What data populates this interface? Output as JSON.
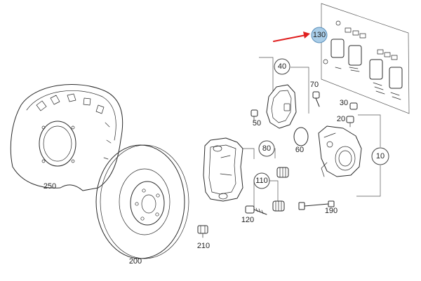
{
  "diagram": {
    "highlight": {
      "label": "130",
      "fill_color": "#a9cde8",
      "arrow_color": "#e02020"
    },
    "callouts": {
      "c40": "40",
      "c80": "80",
      "c110": "110",
      "c10": "10"
    },
    "labels": {
      "l250": "250",
      "l200": "200",
      "l210": "210",
      "l120": "120",
      "l190": "190",
      "l60": "60",
      "l50": "50",
      "l70": "70",
      "l30": "30",
      "l20": "20"
    }
  }
}
